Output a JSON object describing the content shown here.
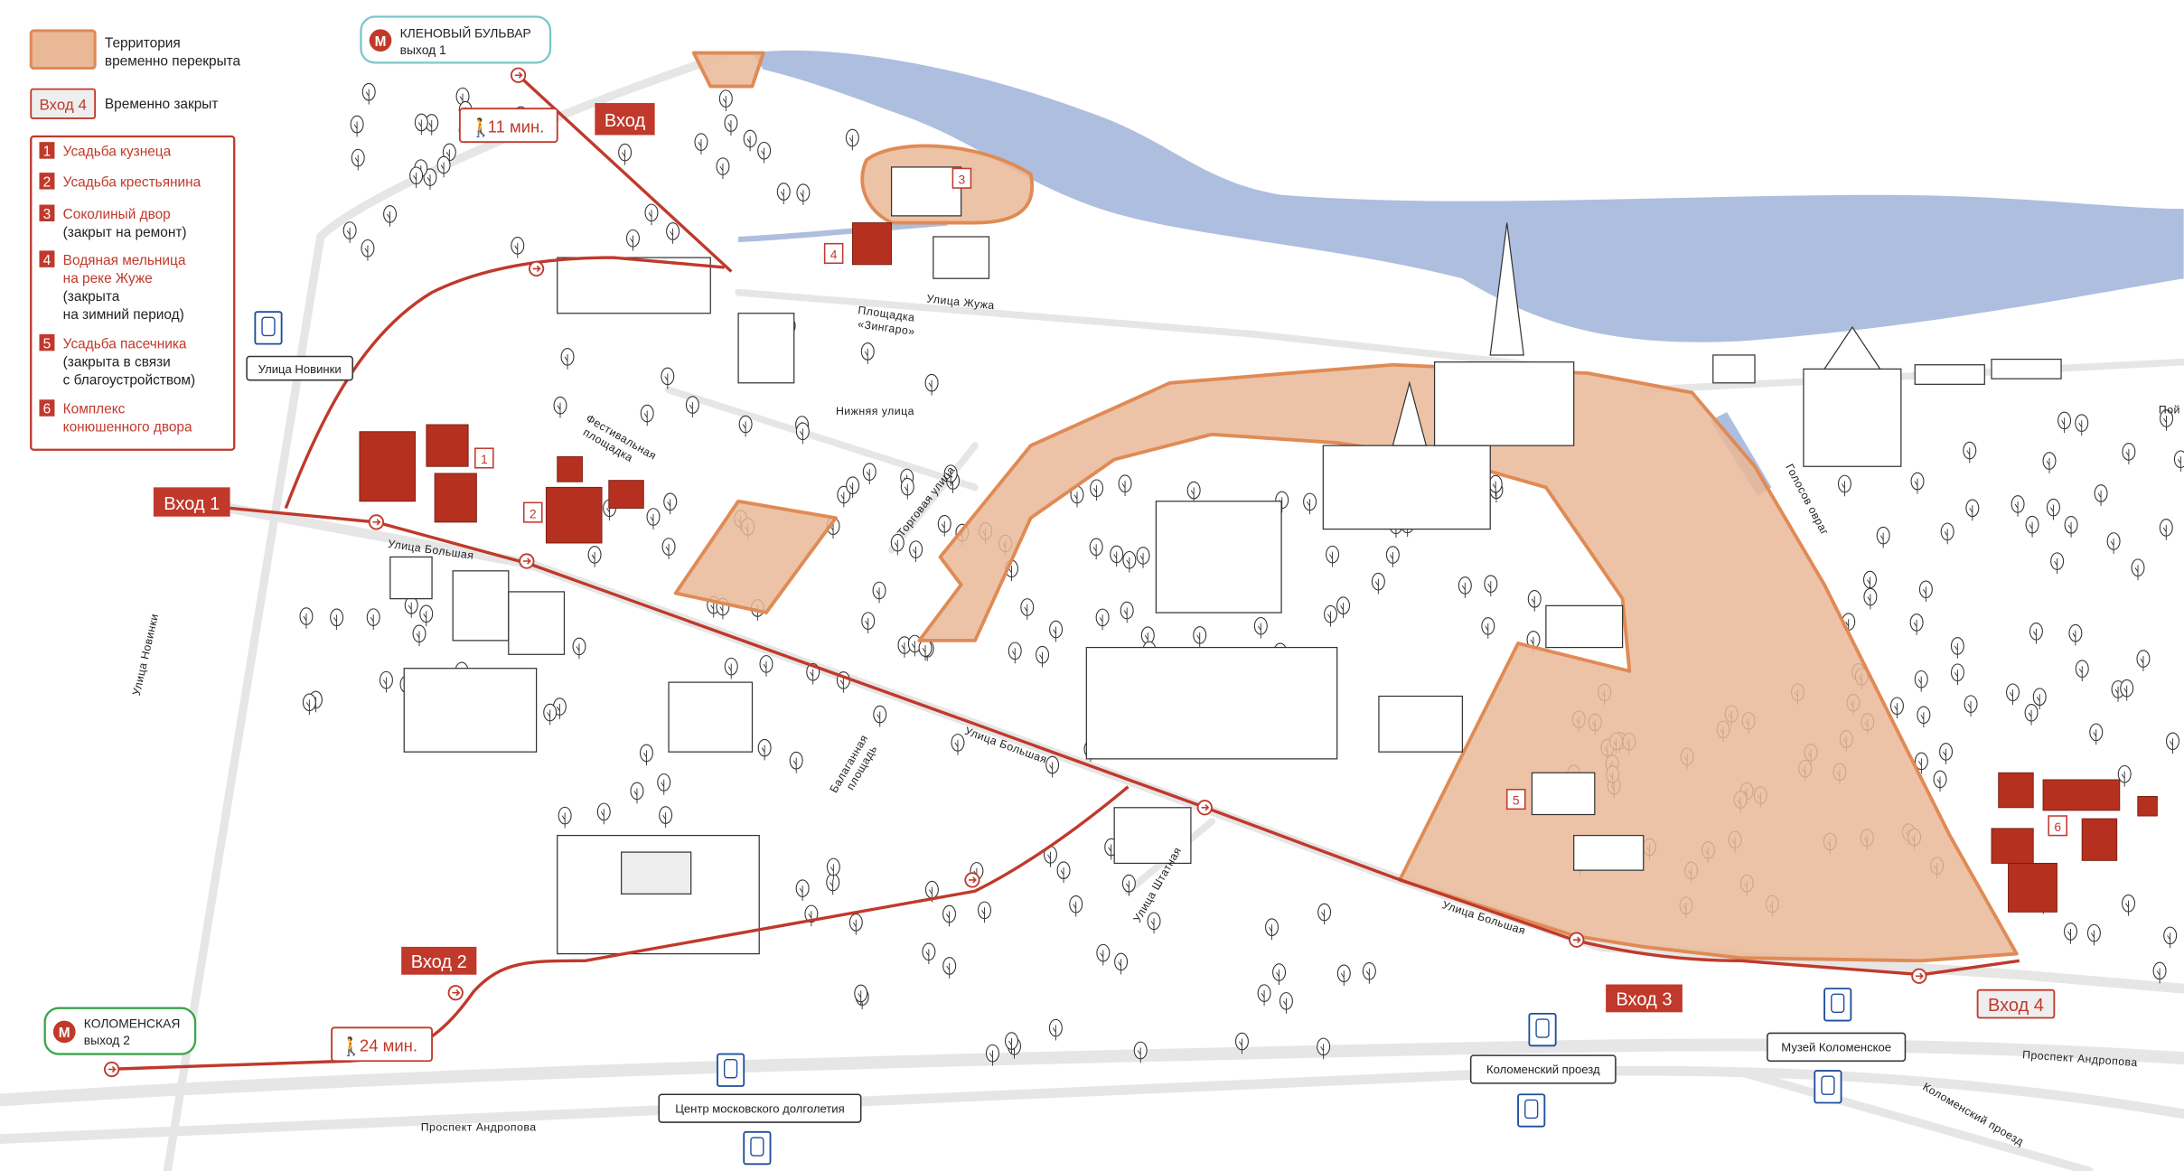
{
  "colors": {
    "closed_fill": "#e9b896",
    "closed_stroke": "#e08a55",
    "route": "#c0392b",
    "river": "#aebedf",
    "road": "#e6e6e6",
    "bus": "#1f4e9c",
    "metro_green": "#3aa54a",
    "metro_teal": "#7cc6c8"
  },
  "legend": {
    "closed_territory": [
      "Территория",
      "временно перекрыта"
    ],
    "closed_entrance_sample": "Вход 4",
    "closed_entrance_text": "Временно закрыт",
    "items": [
      {
        "num": "1",
        "title": "Усадьба кузнеца",
        "note": []
      },
      {
        "num": "2",
        "title": "Усадьба крестьянина",
        "note": []
      },
      {
        "num": "3",
        "title": "Соколиный двор",
        "note": [
          "(закрыт на ремонт)"
        ]
      },
      {
        "num": "4",
        "title": [
          "Водяная мельница",
          "на реке Жуже"
        ],
        "note": [
          "(закрыта",
          "на зимний период)"
        ]
      },
      {
        "num": "5",
        "title": "Усадьба пасечника",
        "note": [
          "(закрыта в связи",
          "с благоустройством)"
        ]
      },
      {
        "num": "6",
        "title": [
          "Комплекс",
          "конюшенного двора"
        ],
        "note": []
      }
    ]
  },
  "metro": [
    {
      "name": "КЛЕНОВЫЙ БУЛЬВАР",
      "exit": "выход 1",
      "icon": "metro-icon"
    },
    {
      "name": "КОЛОМЕНСКАЯ",
      "exit": "выход 2",
      "icon": "metro-icon"
    }
  ],
  "walk_times": [
    "11 мин.",
    "24 мин."
  ],
  "entrances": {
    "main": "Вход",
    "e1": "Вход 1",
    "e2": "Вход 2",
    "e3": "Вход 3",
    "e4": "Вход 4"
  },
  "bus_stops": [
    "Улица Новинки",
    "Центр московского долголетия",
    "Коломенский проезд",
    "Музей Коломенское"
  ],
  "streets": {
    "novinki": "Улица Новинки",
    "bolshaya": "Улица Большая",
    "zhuzha": "Улица Жужа",
    "nizhnyaya": "Нижняя улица",
    "torgovaya": "Торговая улица",
    "shtatnaya": "Улица Штатная",
    "golosov": "Голосов овраг",
    "andropova": "Проспект Андропова",
    "kolomensky": "Коломенский проезд",
    "poyma": "Пой"
  },
  "places": {
    "zingaro": [
      "Площадка",
      "«Зингаро»"
    ],
    "festival": [
      "Фестивальная",
      "площадка"
    ],
    "balagan": [
      "Балаганная",
      "площадь"
    ]
  },
  "map_numbers": [
    "1",
    "2",
    "3",
    "4",
    "5",
    "6"
  ]
}
